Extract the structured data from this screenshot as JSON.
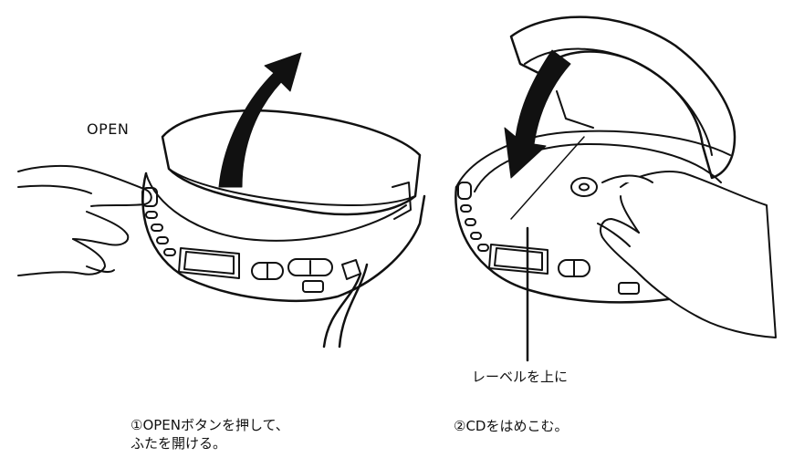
{
  "step1": {
    "button_label": "OPEN",
    "caption_line1": "①OPENボタンを押して、",
    "caption_line2": "ふたを開ける。"
  },
  "step2": {
    "callout_label": "レーベルを上に",
    "caption": "②CDをはめこむ。"
  },
  "colors": {
    "ink": "#111111",
    "background": "#ffffff"
  }
}
